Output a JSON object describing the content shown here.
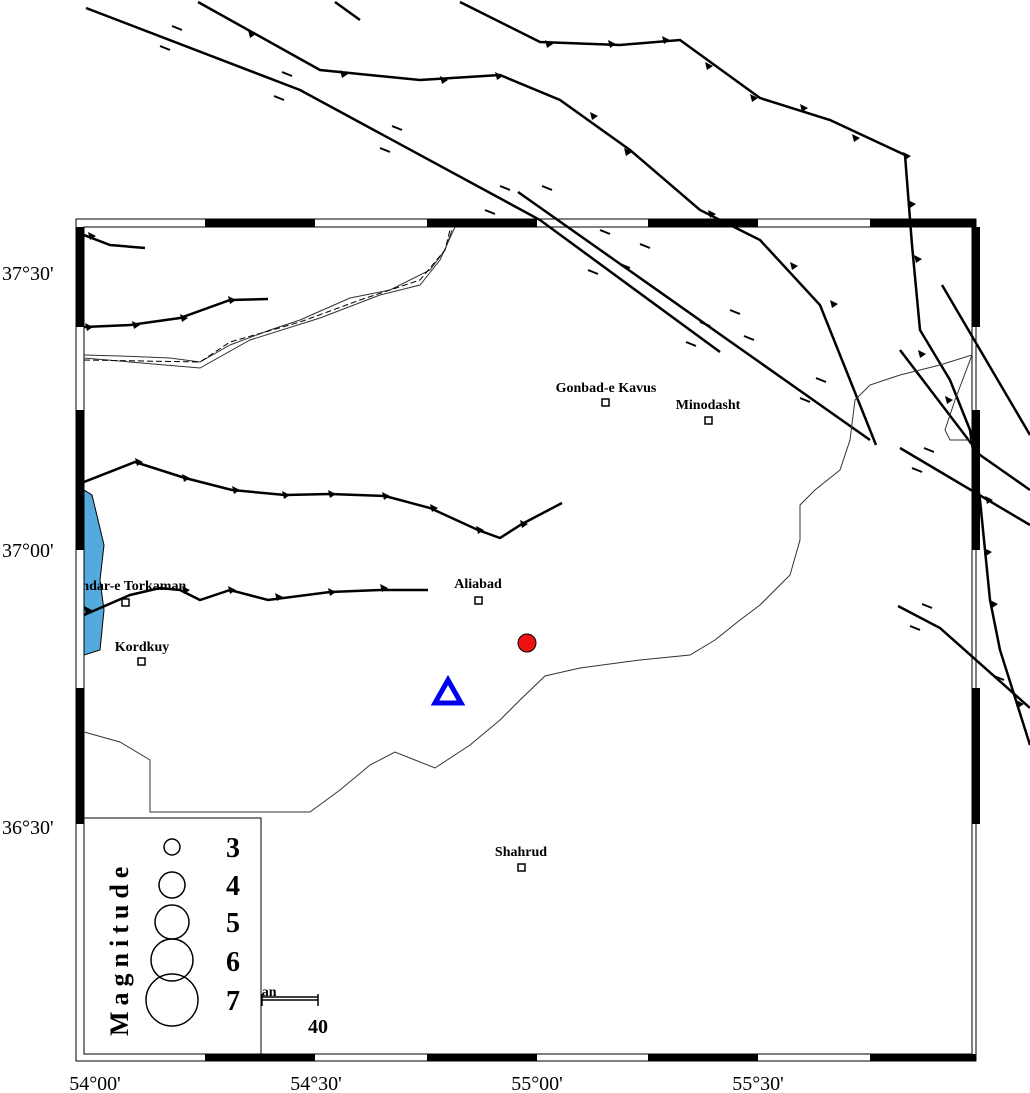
{
  "map": {
    "cities": [
      {
        "name": "Gonbad-e Kavus"
      },
      {
        "name": "Minodasht"
      },
      {
        "name": "Aliabad"
      },
      {
        "name": "Bandar-e Torkaman"
      },
      {
        "name": "Kordkuy"
      },
      {
        "name": "Shahrud"
      }
    ],
    "axis": {
      "lat_labels": [
        "37°30'",
        "37°00'",
        "36°30'"
      ],
      "lon_labels": [
        "54°00'",
        "54°30'",
        "55°00'",
        "55°30'"
      ]
    },
    "legend": {
      "title": "Magnitude",
      "magnitudes": [
        "3",
        "4",
        "5",
        "6",
        "7"
      ]
    },
    "scale_bar": {
      "value": "40",
      "partial_label": "nan"
    },
    "markers": {
      "epicenter_color": "#ee1111",
      "station_color": "#0000ee",
      "caspian_color": "#55aadd"
    }
  }
}
